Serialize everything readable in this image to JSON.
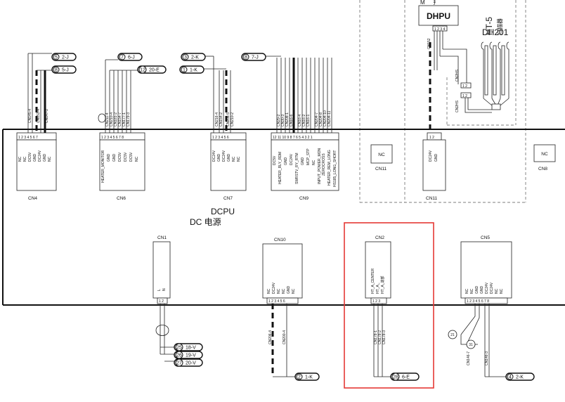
{
  "board": {
    "title": "DCPU",
    "subtitle": "DC 电源"
  },
  "dhpu": {
    "label": "DHPU",
    "side_top": "M",
    "side_top2": "扌",
    "cn152": "CN152",
    "cn2hs_a": "CN2HS",
    "cn2hs_b": "CN2HS"
  },
  "scanner": {
    "model": "HT-5",
    "model_cn": "扫描器",
    "name": "DH201"
  },
  "connectors": {
    "cn4": {
      "label": "CN4",
      "pins": [
        "NC",
        "NC",
        "DC5V",
        "GND",
        "DC24V",
        "GND",
        "NC"
      ],
      "wires": [
        "CN145-4",
        "CN153-4",
        "CN147-2"
      ]
    },
    "cn6": {
      "label": "CN6",
      "pins": [
        "HEATER_MONITOR",
        "GND",
        "GND",
        "DC5V",
        "DC5V",
        "DC5V",
        "NC"
      ],
      "wires": [
        "CN211-4",
        "CN210-4",
        "CN181-2",
        "CN154-7",
        "CN177-1",
        "CN179-3"
      ]
    },
    "cn7": {
      "label": "CN7",
      "pins": [
        "DC24V",
        "GND",
        "DC24V",
        "GND",
        "NC",
        "NC"
      ],
      "wires": [
        "CN216-4",
        "CN154-2",
        "CN208-5",
        "CN210-2"
      ]
    },
    "cn9": {
      "label": "CN9",
      "pins": [
        "DC5V",
        "HEATER_RLY_RDM",
        "GND",
        "DC24V",
        "SWRSTV_RY_RTM",
        "GND",
        "MCP_STP",
        "NC",
        "INPUT_POWER_MON",
        "ZEROCROSS",
        "HEATER_REM_LONG",
        "HS185_LONG_SHORT"
      ],
      "wires": [
        "CN29-2",
        "CN30-3",
        "CN208-1",
        "CN16-6",
        "CN16-4",
        "CN16-2",
        "CN16-1",
        "CN204-7",
        "CN204-8",
        "CN204-10",
        "CN204-11"
      ]
    },
    "cn11a": {
      "label": "NC",
      "sub": "CN11"
    },
    "cn11b": {
      "label": "CN11",
      "pins": [
        "DC24V",
        "GND"
      ]
    },
    "cn8": {
      "label": "NC",
      "sub": "CN8"
    },
    "cn1": {
      "label": "CN1",
      "pins": [
        "L",
        "N"
      ]
    },
    "cn10": {
      "label": "CN10",
      "pins": [
        "NC",
        "DC24V",
        "NC",
        "NC",
        "GND",
        "NC"
      ],
      "wires": [
        "CN206-4",
        "CN200-4"
      ]
    },
    "cn2": {
      "label": "CN2",
      "pins": [
        "HT_A_CENTER",
        "HT_A_",
        "HT_A_端部"
      ],
      "wires": [
        "CN178-1",
        "CN178-2",
        "CN178-3"
      ]
    },
    "cn5": {
      "label": "CN5",
      "pins": [
        "NC",
        "NC",
        "GND",
        "GND",
        "DC24V",
        "DC24V",
        "NC",
        "NC"
      ],
      "wires": [
        "CN146-7",
        "CN146-3"
      ]
    }
  },
  "callouts": [
    {
      "num": "5",
      "ref": "2-J"
    },
    {
      "num": "8",
      "ref": "5-J"
    },
    {
      "num": "7",
      "ref": "6-J"
    },
    {
      "num": "12",
      "ref": "20-E"
    },
    {
      "num": "3",
      "ref": "2-K"
    },
    {
      "num": "1",
      "ref": "1-K"
    },
    {
      "num": "8",
      "ref": "7-J"
    },
    {
      "num": "25",
      "ref": "18-V"
    },
    {
      "num": "26",
      "ref": "19-V"
    },
    {
      "num": "27",
      "ref": "20-V"
    },
    {
      "num": "2",
      "ref": "1-K"
    },
    {
      "num": "28",
      "ref": "6-E"
    },
    {
      "num": "4",
      "ref": "2-K"
    }
  ],
  "markers": [
    "21",
    "31"
  ],
  "highlight_color": "#e53935"
}
